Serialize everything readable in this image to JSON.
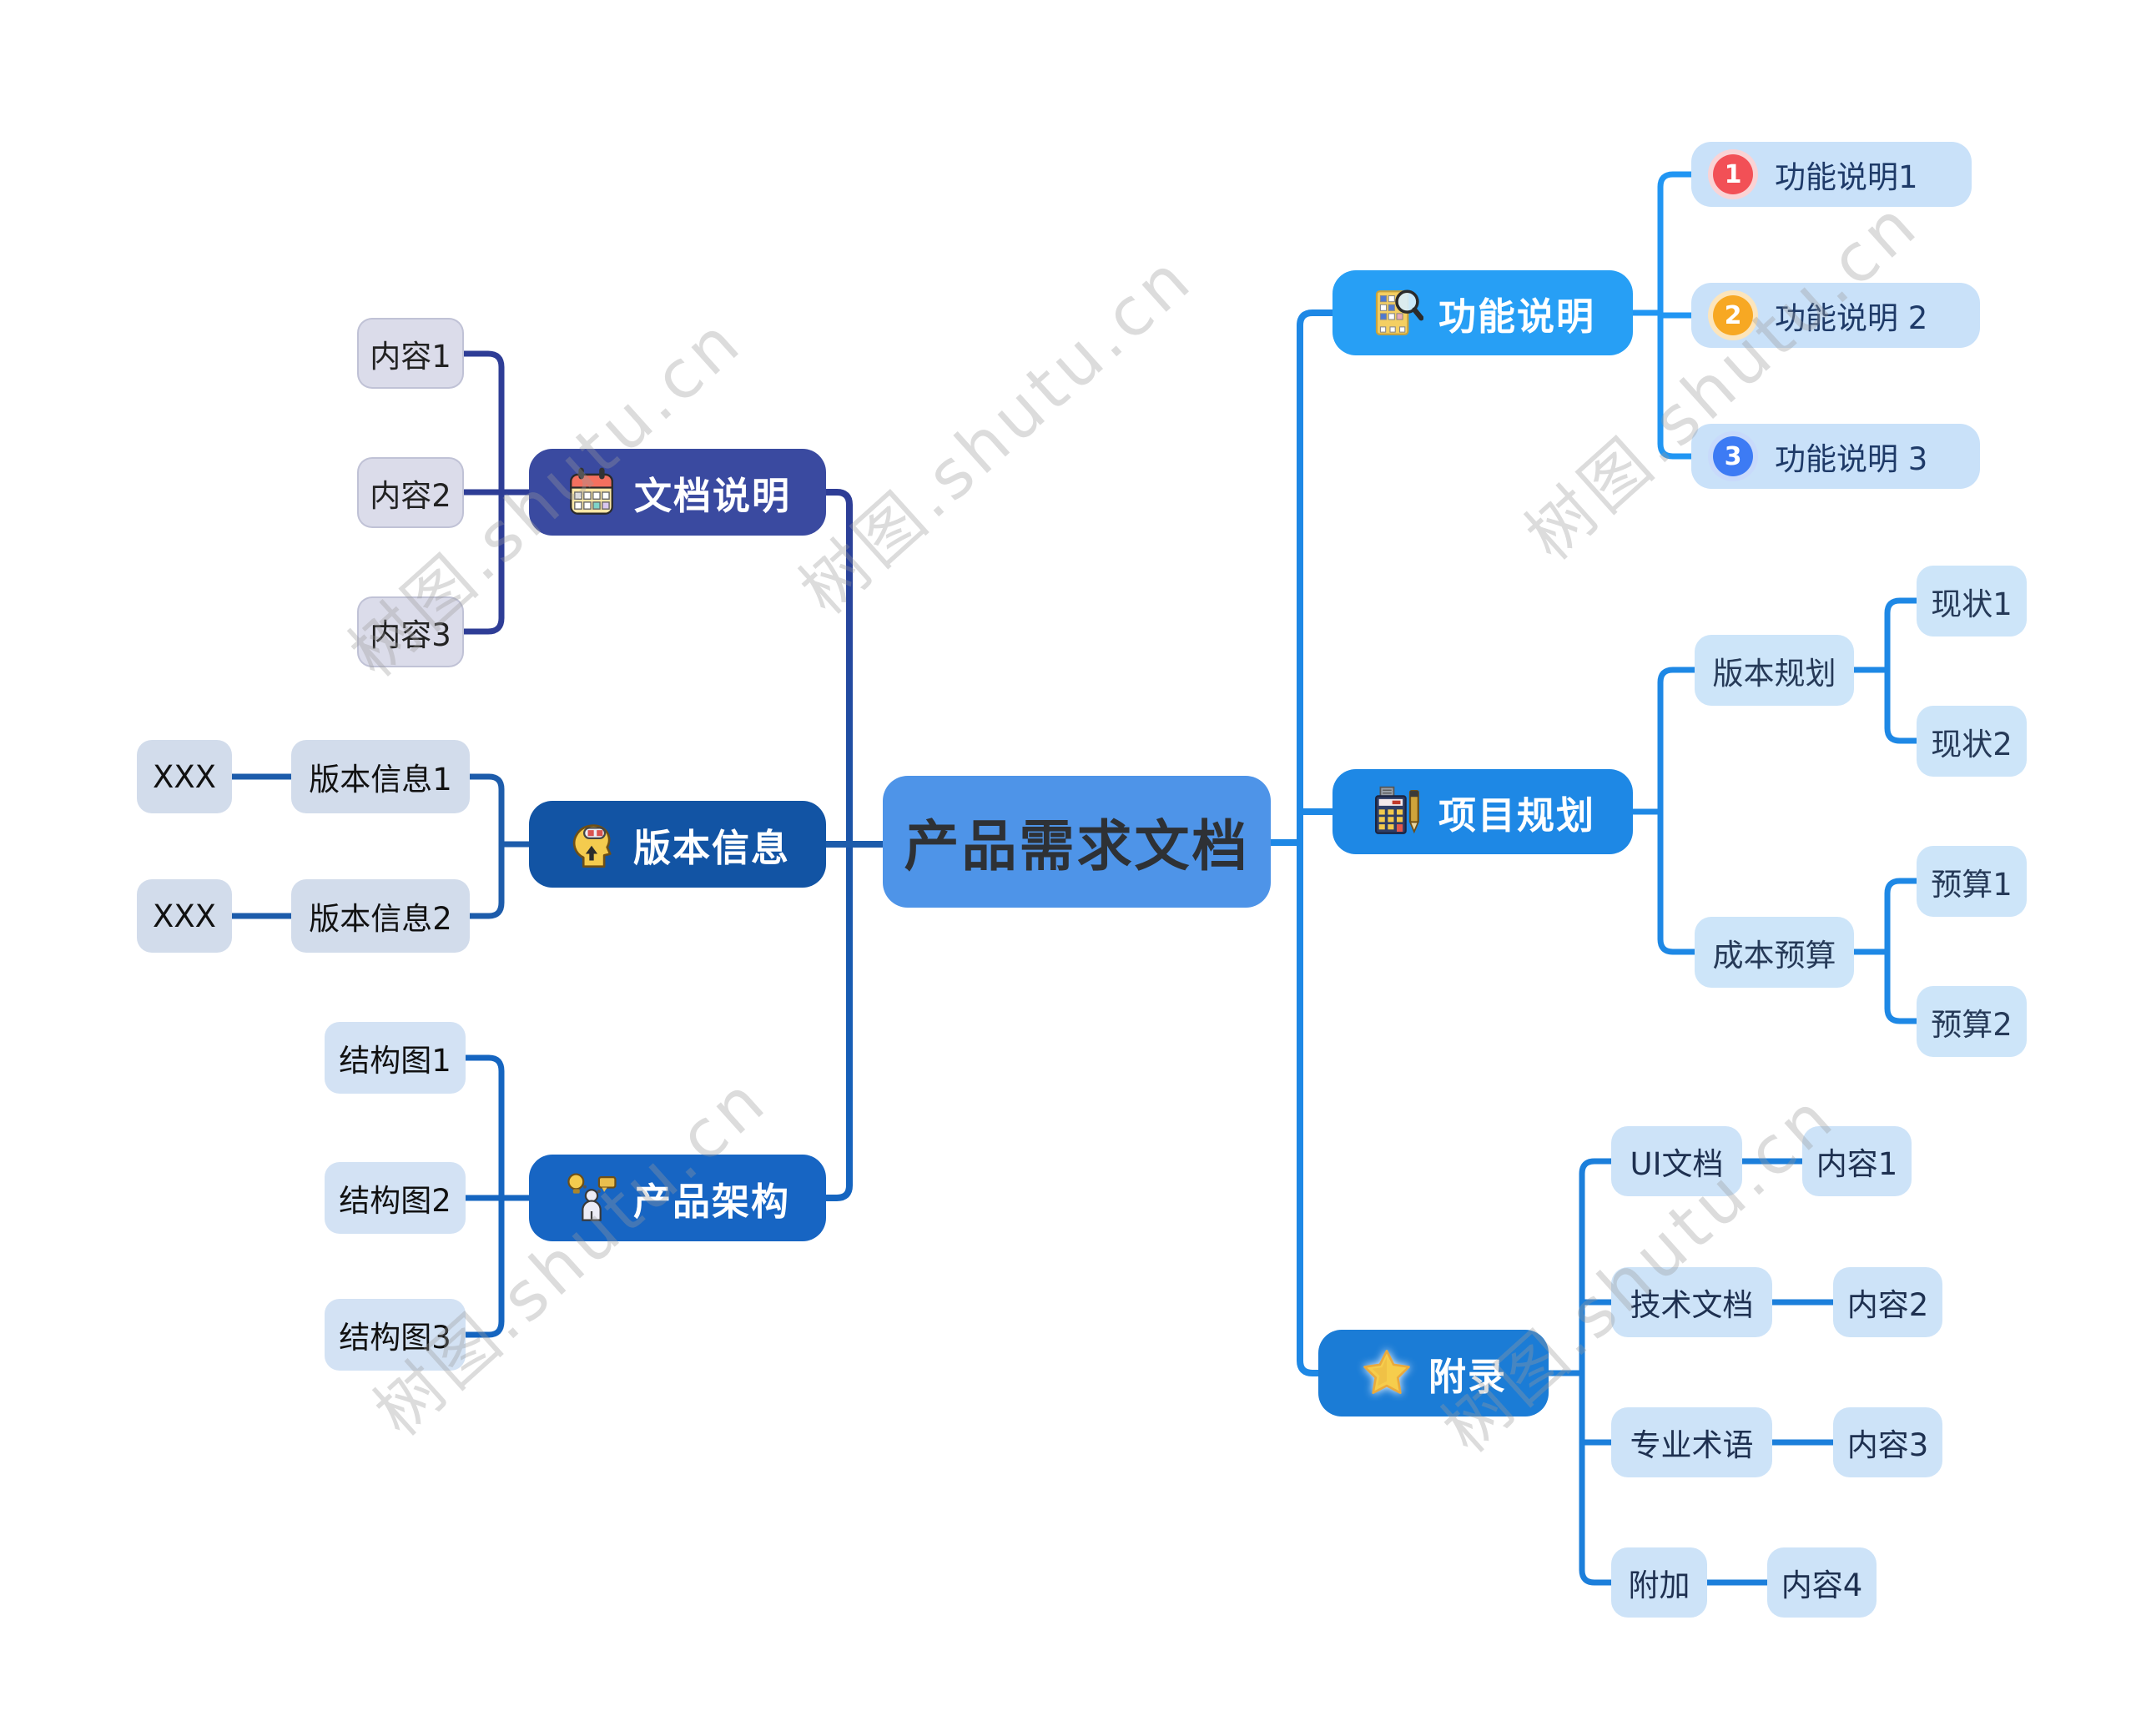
{
  "watermark": {
    "text": "树图.shutu.cn"
  },
  "root": {
    "label": "产品需求文档",
    "fill": "#4E94E8"
  },
  "left": {
    "doc": {
      "label": "文档说明",
      "fill": "#3A4AA0",
      "line_color": "#2E3D96",
      "children": [
        "内容1",
        "内容2",
        "内容3"
      ]
    },
    "version": {
      "label": "版本信息",
      "fill": "#1254A4",
      "line_color": "#1D5CAB",
      "children": [
        {
          "label": "版本信息1",
          "sub": "XXX"
        },
        {
          "label": "版本信息2",
          "sub": "XXX"
        }
      ]
    },
    "arch": {
      "label": "产品架构",
      "fill": "#1765C3",
      "line_color": "#1565C0",
      "children": [
        "结构图1",
        "结构图2",
        "结构图3"
      ]
    }
  },
  "right": {
    "func": {
      "label": "功能说明",
      "fill": "#279FF5",
      "line_color": "#2196F3",
      "children": [
        {
          "num": "1",
          "label": "功能说明1",
          "badge": "#F25056"
        },
        {
          "num": "2",
          "label": "功能说明 2",
          "badge": "#F7A823"
        },
        {
          "num": "3",
          "label": "功能说明 3",
          "badge": "#3D7BF4"
        }
      ]
    },
    "plan": {
      "label": "项目规划",
      "fill": "#1E88E5",
      "line_color": "#1E88E5",
      "children": [
        {
          "label": "版本规划",
          "subs": [
            "现状1",
            "现状2"
          ]
        },
        {
          "label": "成本预算",
          "subs": [
            "预算1",
            "预算2"
          ]
        }
      ]
    },
    "appendix": {
      "label": "附录",
      "fill": "#1B7CD6",
      "line_color": "#1C7FDB",
      "children": [
        {
          "label": "UI文档",
          "sub": "内容1"
        },
        {
          "label": "技术文档",
          "sub": "内容2"
        },
        {
          "label": "专业术语",
          "sub": "内容3"
        },
        {
          "label": "附加",
          "sub": "内容4"
        }
      ]
    }
  }
}
